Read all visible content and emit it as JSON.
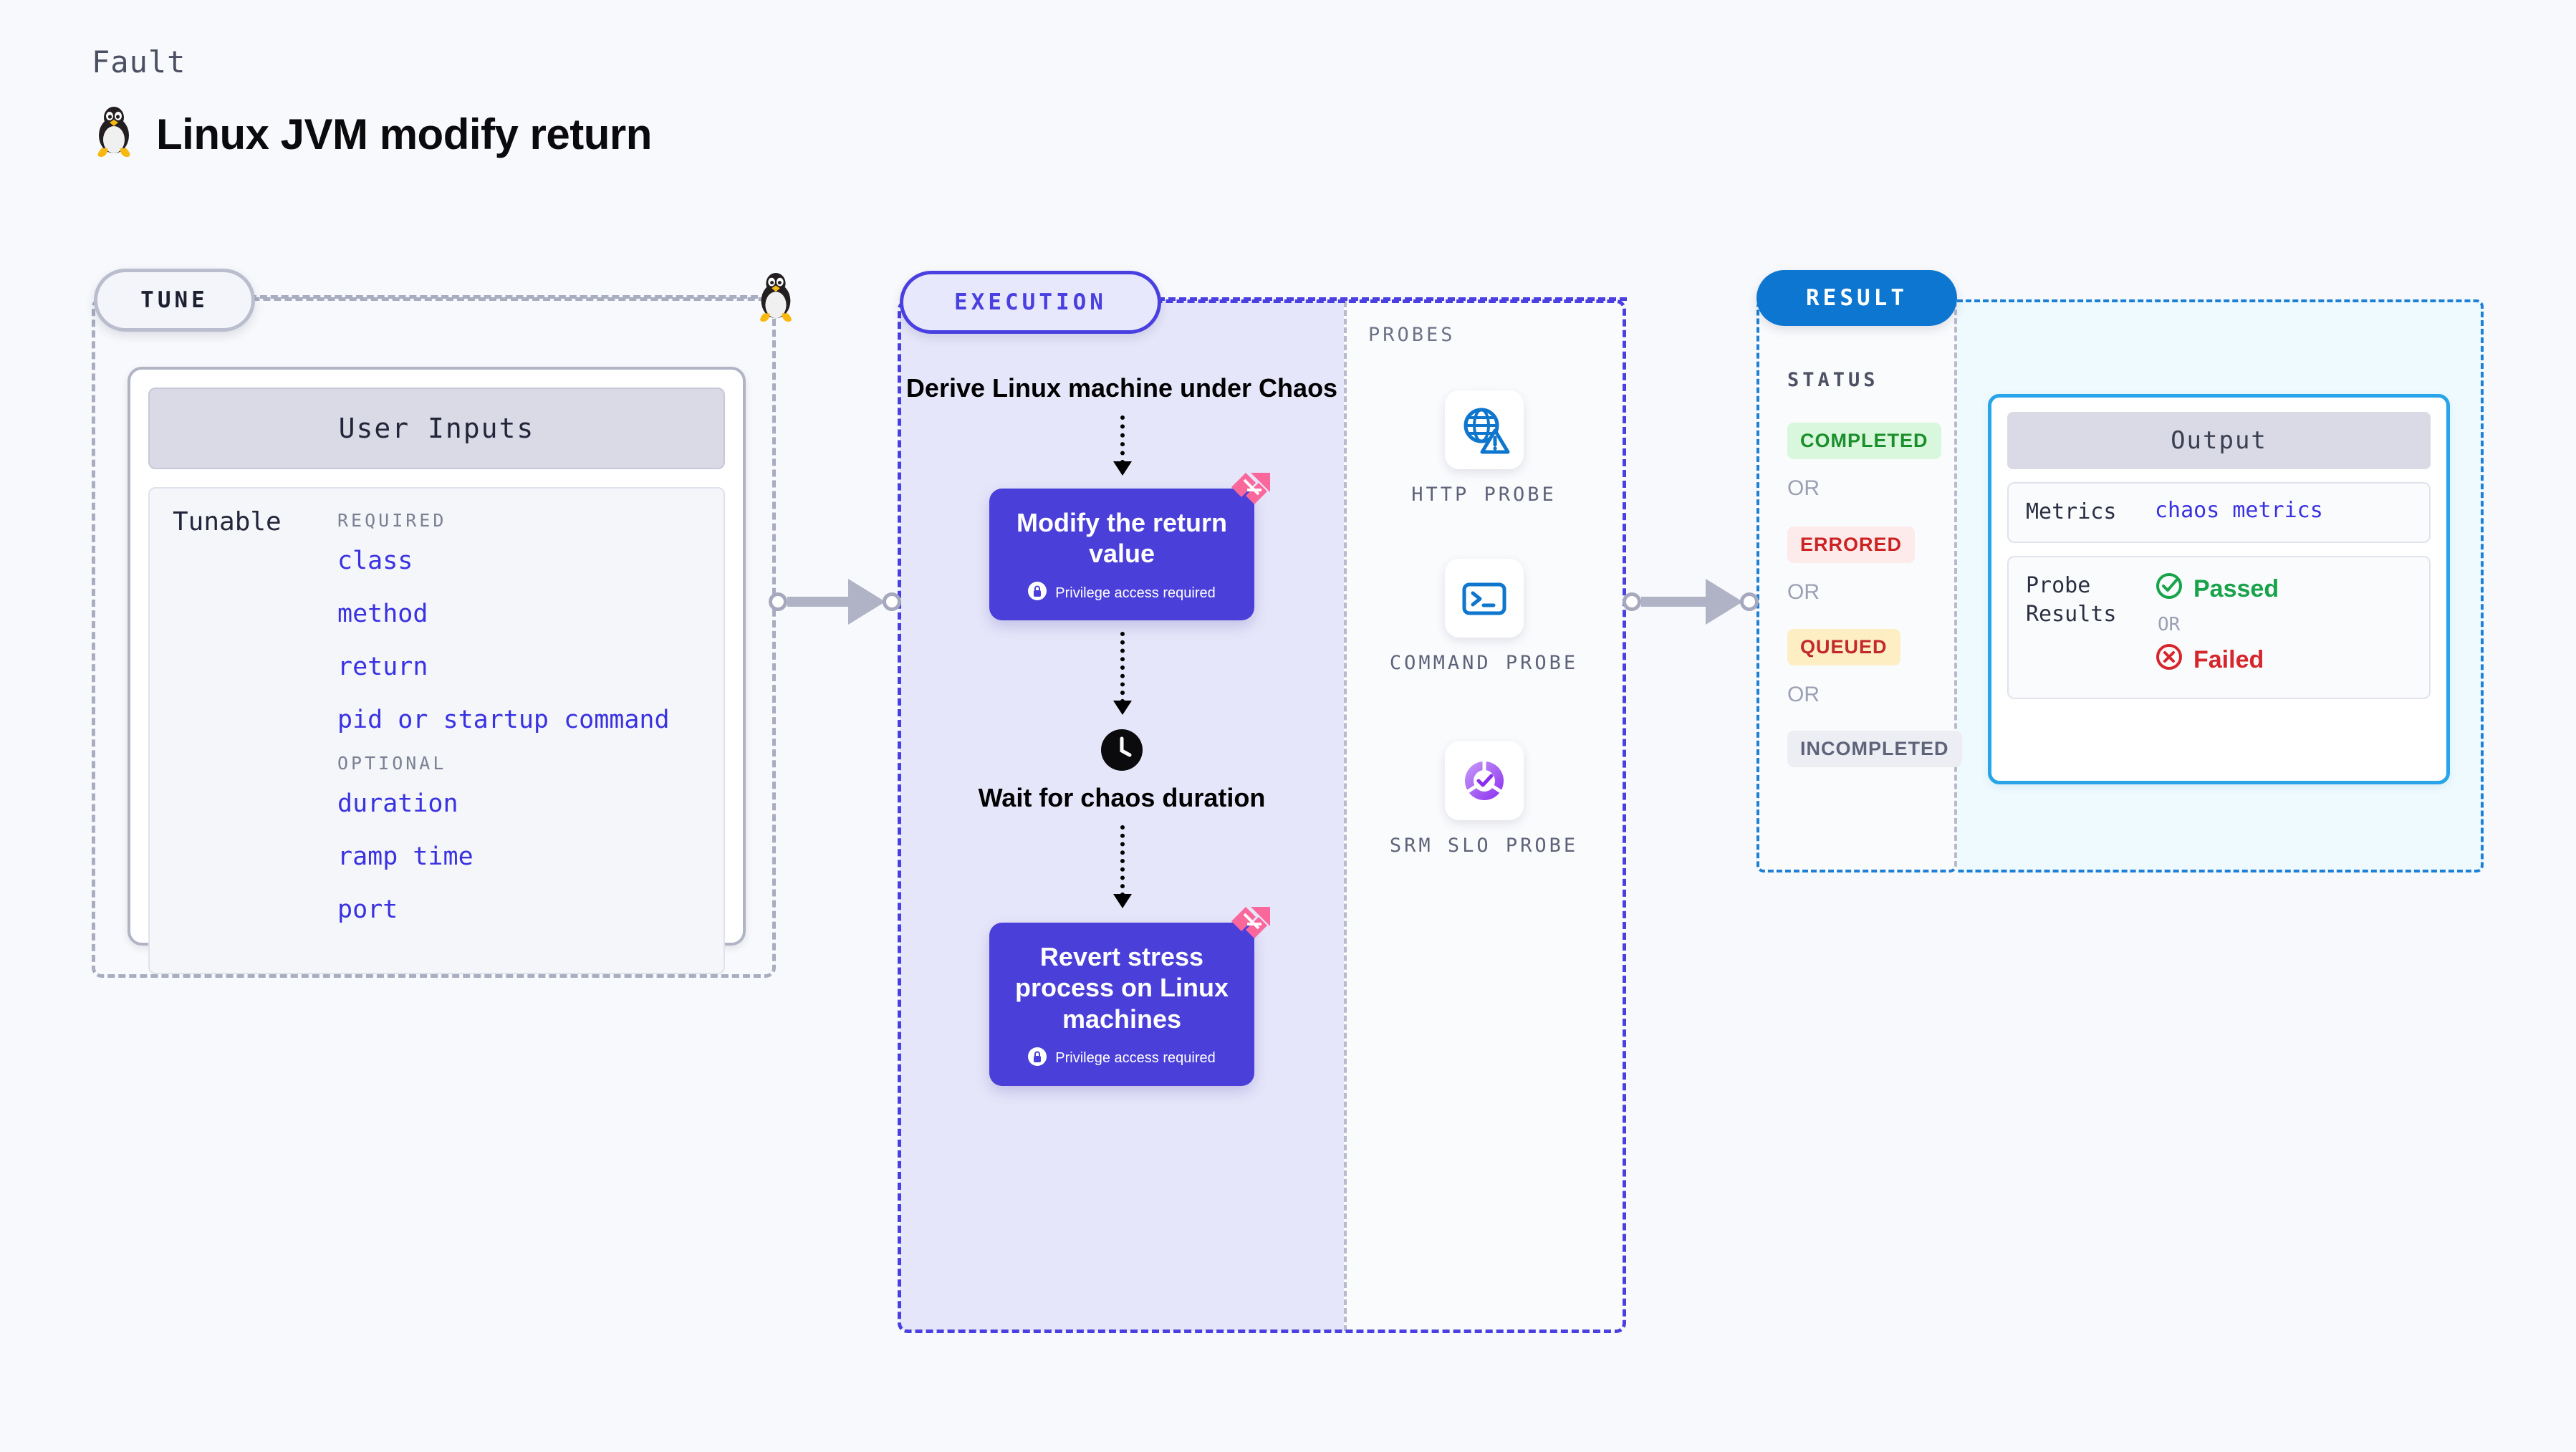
{
  "header": {
    "fault_label": "Fault",
    "title": "Linux JVM modify return",
    "os_icon": "linux-penguin-icon"
  },
  "tune": {
    "pill_label": "TUNE",
    "inputs_header": "User Inputs",
    "tunable_label": "Tunable",
    "groups": [
      {
        "heading": "REQUIRED",
        "items": [
          "class",
          "method",
          "return",
          "pid or startup command"
        ]
      },
      {
        "heading": "OPTIONAL",
        "items": [
          "duration",
          "ramp time",
          "port"
        ]
      }
    ]
  },
  "execution": {
    "pill_label": "EXECUTION",
    "steps": [
      {
        "type": "text",
        "label": "Derive Linux machine under Chaos"
      },
      {
        "type": "card",
        "label": "Modify the return value",
        "privilege": "Privilege access required",
        "ribbon": "fault-ribbon-icon"
      },
      {
        "type": "wait",
        "label": "Wait for chaos duration",
        "icon": "clock-icon"
      },
      {
        "type": "card",
        "label": "Revert stress process on Linux machines",
        "privilege": "Privilege access required",
        "ribbon": "fault-ribbon-icon"
      }
    ]
  },
  "probes": {
    "section_label": "PROBES",
    "items": [
      {
        "name": "HTTP PROBE",
        "icon": "globe-warning-icon"
      },
      {
        "name": "COMMAND PROBE",
        "icon": "terminal-icon"
      },
      {
        "name": "SRM SLO PROBE",
        "icon": "slo-donut-check-icon"
      }
    ]
  },
  "result": {
    "pill_label": "RESULT",
    "status_label": "STATUS",
    "or_label": "OR",
    "statuses": [
      {
        "label": "COMPLETED",
        "bg": "#d9f7dd",
        "fg": "#1b8f2b"
      },
      {
        "label": "ERRORED",
        "bg": "#fdeaea",
        "fg": "#cc2222"
      },
      {
        "label": "QUEUED",
        "bg": "#fdeec4",
        "fg": "#c22a2a"
      },
      {
        "label": "INCOMPLETED",
        "bg": "#eceef4",
        "fg": "#5e6379"
      }
    ],
    "output": {
      "header": "Output",
      "metrics_key": "Metrics",
      "metrics_value": "chaos metrics",
      "probe_key": "Probe Results",
      "passed_label": "Passed",
      "failed_label": "Failed",
      "or_label": "OR",
      "pass_icon": "check-circle-icon",
      "fail_icon": "x-circle-icon"
    }
  },
  "colors": {
    "indigo": "#4a3fd8",
    "blue": "#0d76d1",
    "cyan_border": "#27a5e8",
    "pink_ribbon": "#f9679b",
    "gray_dash": "#a8adc0"
  }
}
